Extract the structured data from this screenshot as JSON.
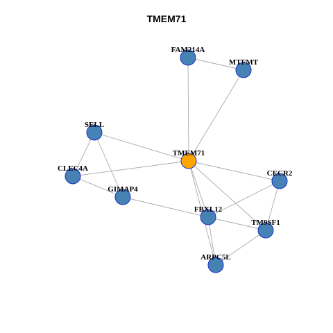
{
  "graph": {
    "title": "TMEM71",
    "colors": {
      "hub_node": "#ffa500",
      "node": "#4682b4",
      "node_border": "#1c2fc8",
      "edge": "#a9a9a9"
    },
    "nodes": [
      {
        "id": "TMEM71",
        "label": "TMEM71",
        "hub": true
      },
      {
        "id": "FAM214A",
        "label": "FAM214A"
      },
      {
        "id": "MTFMT",
        "label": "MTFMT"
      },
      {
        "id": "SELL",
        "label": "SELL"
      },
      {
        "id": "CLEC4A",
        "label": "CLEC4A"
      },
      {
        "id": "GIMAP4",
        "label": "GIMAP4"
      },
      {
        "id": "CECR2",
        "label": "CECR2"
      },
      {
        "id": "FBXL12",
        "label": "FBXL12"
      },
      {
        "id": "TM9SF1",
        "label": "TM9SF1"
      },
      {
        "id": "ARPC5L",
        "label": "ARPC5L"
      }
    ],
    "edges": [
      [
        "FAM214A",
        "MTFMT"
      ],
      [
        "FAM214A",
        "TMEM71"
      ],
      [
        "MTFMT",
        "TMEM71"
      ],
      [
        "SELL",
        "TMEM71"
      ],
      [
        "SELL",
        "CLEC4A"
      ],
      [
        "SELL",
        "GIMAP4"
      ],
      [
        "CLEC4A",
        "TMEM71"
      ],
      [
        "CLEC4A",
        "GIMAP4"
      ],
      [
        "GIMAP4",
        "FBXL12"
      ],
      [
        "TMEM71",
        "CECR2"
      ],
      [
        "TMEM71",
        "FBXL12"
      ],
      [
        "TMEM71",
        "TM9SF1"
      ],
      [
        "TMEM71",
        "ARPC5L"
      ],
      [
        "CECR2",
        "FBXL12"
      ],
      [
        "CECR2",
        "TM9SF1"
      ],
      [
        "FBXL12",
        "TM9SF1"
      ],
      [
        "FBXL12",
        "ARPC5L"
      ],
      [
        "TM9SF1",
        "ARPC5L"
      ]
    ]
  }
}
